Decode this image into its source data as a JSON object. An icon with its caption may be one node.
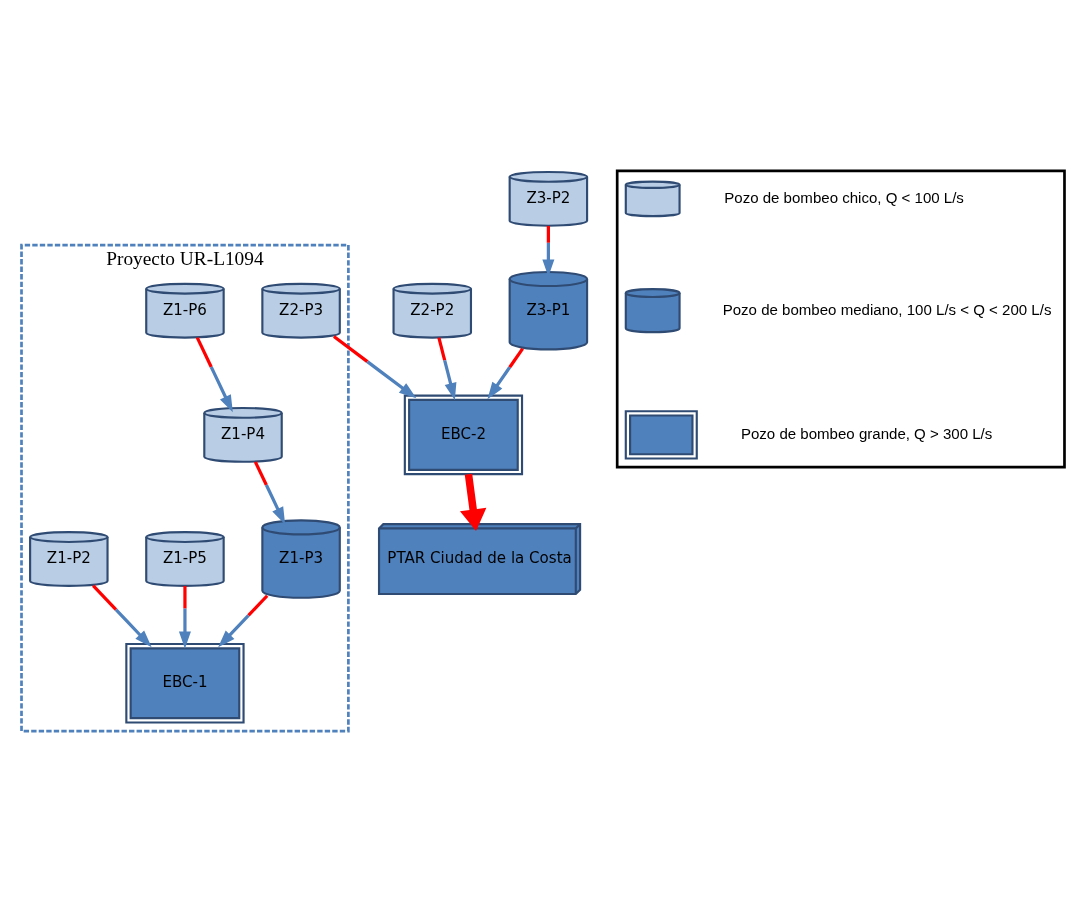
{
  "diagram": {
    "nodes": [
      {
        "text": [
          "Proyecto UR-L1094"
        ]
      },
      {
        "text": [
          "Z1-P6"
        ],
        "in": 0
      },
      {
        "text": [
          "Z1-P4"
        ],
        "in": 0
      },
      {
        "text": [
          "Z1-P3"
        ],
        "in": 0
      },
      {
        "text": [
          "Z1-P5"
        ],
        "in": 0
      },
      {
        "text": [
          "Z1-P2"
        ],
        "in": 0
      },
      {
        "text": [
          "EBC-1"
        ],
        "in": 0
      },
      {
        "text": [
          "Z2-P3"
        ],
        "in": 0
      },
      {
        "text": [
          "PTAR Ciudad de la Costa"
        ]
      },
      {
        "text": [
          "Z2-P2"
        ]
      },
      {
        "text": [
          "EBC-2"
        ]
      },
      {
        "text": [
          "Z3-P1"
        ]
      },
      {
        "text": [
          "Z3-P2"
        ]
      },
      {
        "text": [],
        "shape": "box"
      },
      {
        "text": [],
        "shape": "cylinder",
        "in": 13
      },
      {
        "text": [],
        "shape": "cylinder",
        "in": 13
      },
      {
        "text": [],
        "shape": "box",
        "in": 13
      }
    ],
    "edges": [
      {
        "from": 1,
        "to": 2,
        "arrow": "to"
      },
      {
        "from": 2,
        "to": 3,
        "arrow": "to"
      },
      {
        "from": 3,
        "to": 6,
        "arrow": "to"
      },
      {
        "from": 4,
        "to": 6,
        "arrow": "to"
      },
      {
        "from": 5,
        "to": 6,
        "arrow": "to"
      },
      {
        "from": 7,
        "to": 10,
        "arrow": "to"
      },
      {
        "from": 10,
        "to": 8,
        "arrow": "to",
        "style": "thick",
        "color": "#ff0000"
      },
      {
        "from": 9,
        "to": 10,
        "arrow": "to"
      },
      {
        "from": 11,
        "to": 10,
        "arrow": "to"
      },
      {
        "from": 12,
        "to": 11,
        "arrow": "to"
      }
    ],
    "legend": [
      {
        "text": "Pozo de bombeo chico, Q < 100 L/s"
      },
      {
        "text": "Pozo de bombeo mediano, 100 L/s < Q < 200 L/s"
      },
      {
        "text": "Pozo de bombeo grande, Q > 300 L/s"
      }
    ]
  }
}
